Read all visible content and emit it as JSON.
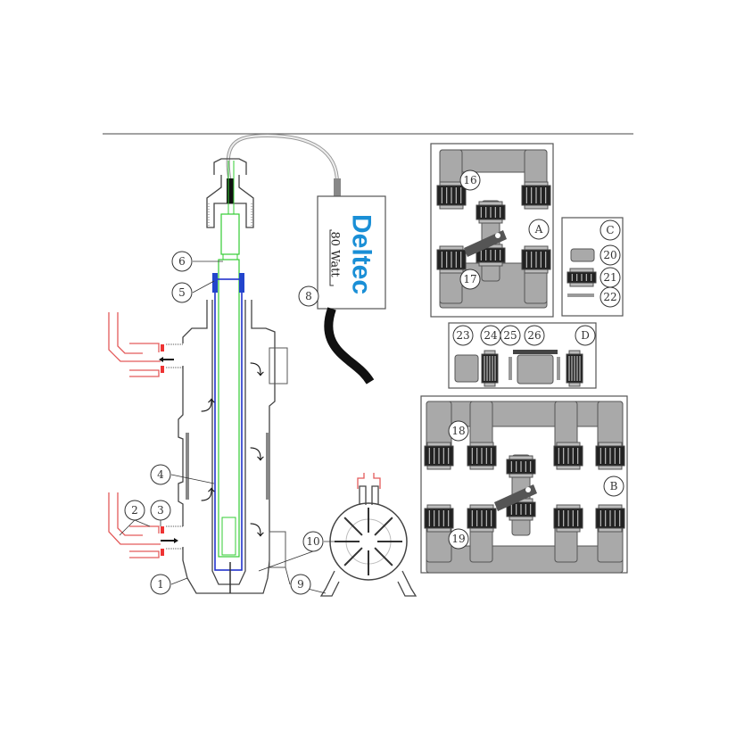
{
  "ballast": {
    "brand": "Deltec",
    "wattage": "80 Watt"
  },
  "part_labels": {
    "p1": "1",
    "p2": "2",
    "p3": "3",
    "p4": "4",
    "p5": "5",
    "p6": "6",
    "p8": "8",
    "p9": "9",
    "p10": "10",
    "p16": "16",
    "p17": "17",
    "p18": "18",
    "p19": "19",
    "p20": "20",
    "p21": "21",
    "p22": "22",
    "p23": "23",
    "p24": "24",
    "p25": "25",
    "p26": "26"
  },
  "kit_labels": {
    "A": "A",
    "B": "B",
    "C": "C",
    "D": "D"
  },
  "colors": {
    "lamp": "#33cc33",
    "quartz": "#2233cc",
    "hose": "#e35a5a",
    "pipe": "#a9a9a9",
    "brand": "#1a8fd6"
  }
}
